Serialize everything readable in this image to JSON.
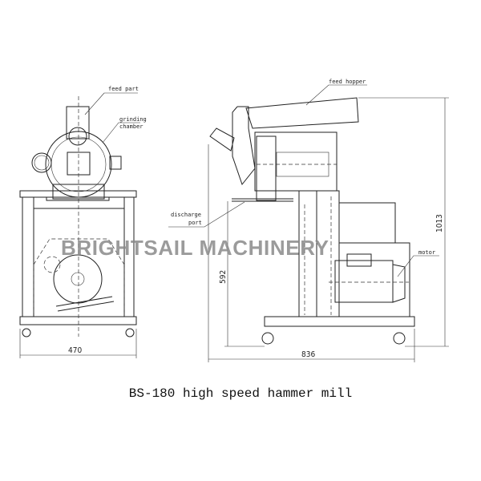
{
  "labels": {
    "feed_part": "feed part",
    "grinding_chamber_1": "grinding",
    "grinding_chamber_2": "chamber",
    "discharge_port_1": "discharge",
    "discharge_port_2": "port",
    "feed_hopper": "feed hopper",
    "motor": "motor"
  },
  "dimensions": {
    "width_front": "470",
    "length_side": "836",
    "height_total": "1013",
    "height_discharge": "592"
  },
  "watermark": "BRIGHTSAIL MACHINERY",
  "title": "BS-180 high speed hammer mill"
}
